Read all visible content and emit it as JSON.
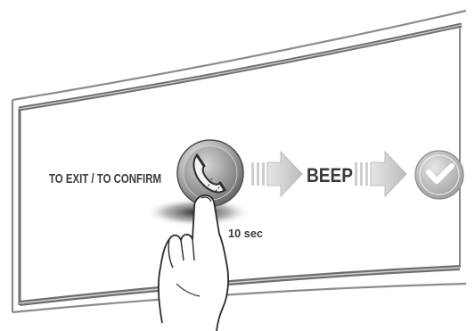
{
  "instruction": {
    "step_label": "TO EXIT / TO CONFIRM",
    "duration_label": "10 sec",
    "feedback_label": "BEEP"
  },
  "icons": {
    "button": "phone-icon",
    "result": "checkmark-icon",
    "gesture": "hand-press-icon"
  },
  "colors": {
    "arrow": "#d9d9d9",
    "button_face": "#9a9a9a",
    "check_circle": "#bdbdbd"
  }
}
